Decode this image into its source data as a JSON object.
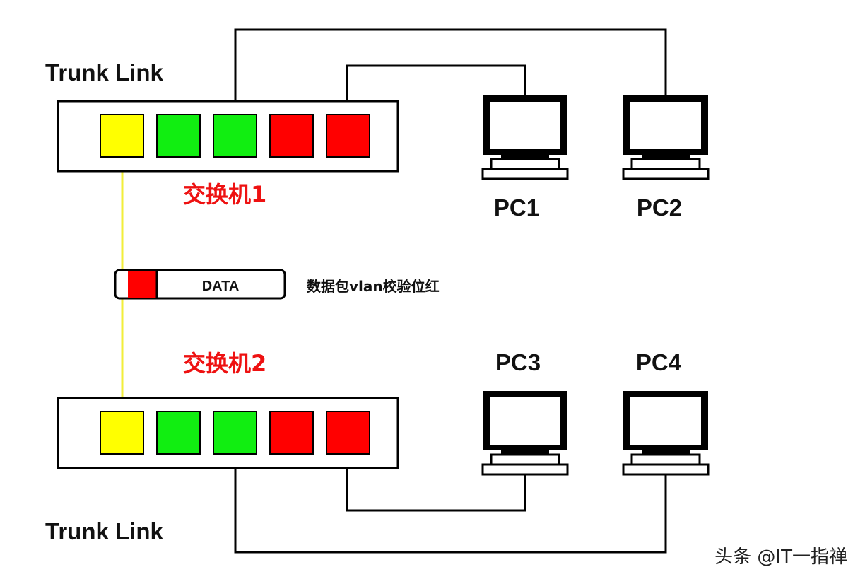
{
  "labels": {
    "trunk_top": "Trunk Link",
    "trunk_bottom": "Trunk Link",
    "switch1": "交换机1",
    "switch2": "交换机2",
    "pc1": "PC1",
    "pc2": "PC2",
    "pc3": "PC3",
    "pc4": "PC4",
    "packet_payload": "DATA",
    "packet_note": "数据包vlan校验位红",
    "watermark": "头条 @IT一指禅"
  },
  "colors": {
    "trunk_port": "#ffff00",
    "vlan_green": "#11ee11",
    "vlan_red": "#ff0000",
    "trunk_link": "#f2ee3a",
    "switch_label": "#ee1111"
  },
  "switches": [
    {
      "label_key": "switch1",
      "ports": [
        "yellow",
        "green",
        "green",
        "red",
        "red"
      ]
    },
    {
      "label_key": "switch2",
      "ports": [
        "yellow",
        "green",
        "green",
        "red",
        "red"
      ]
    }
  ],
  "packet": {
    "vlan_tag_color": "red"
  }
}
